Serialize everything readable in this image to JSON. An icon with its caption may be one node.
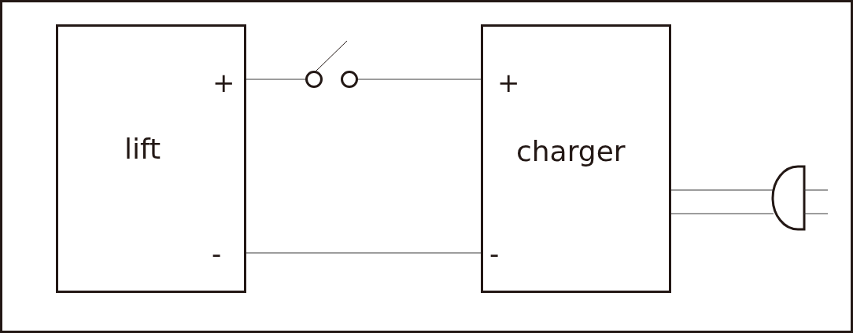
{
  "diagram": {
    "nodes": [
      {
        "text": [
          "+",
          "lift",
          "-"
        ]
      },
      {
        "text": [
          "+",
          "charger",
          "-"
        ]
      },
      {
        "text": [],
        "shape": "switch"
      },
      {
        "text": [],
        "shape": "plug"
      }
    ],
    "edges": [
      {
        "from": 0,
        "to": 2,
        "arrow": "none"
      },
      {
        "from": 2,
        "to": 1,
        "arrow": "none"
      },
      {
        "from": 0,
        "to": 1,
        "arrow": "none"
      },
      {
        "from": 1,
        "to": 3,
        "arrow": "none"
      },
      {
        "from": 1,
        "to": 3,
        "arrow": "none"
      }
    ]
  }
}
